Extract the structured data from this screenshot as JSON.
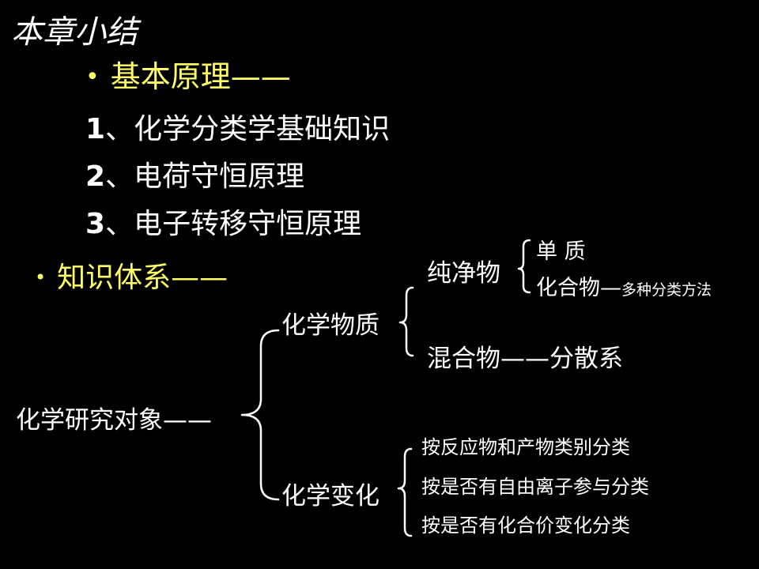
{
  "title": "本章小结",
  "section1": {
    "bullet": "•",
    "heading": "基本原理——",
    "items": [
      {
        "num": "1",
        "text": "、化学分类学基础知识"
      },
      {
        "num": "2",
        "text": "、电荷守恒原理"
      },
      {
        "num": "3",
        "text": "、电子转移守恒原理"
      }
    ]
  },
  "section2": {
    "bullet": "•",
    "heading": "知识体系——"
  },
  "tree": {
    "root": "化学研究对象——",
    "substance": "化学物质",
    "pure": "纯净物",
    "element": "单  质",
    "compound": "化合物—",
    "compound_note": "多种分类方法",
    "mixture": "混合物——分散系",
    "change": "化学变化",
    "change_items": [
      "按反应物和产物类别分类",
      "按是否有自由离子参与分类",
      "按是否有化合价变化分类"
    ]
  },
  "colors": {
    "background": "#000000",
    "text": "#ffffff",
    "highlight": "#ffff66"
  }
}
